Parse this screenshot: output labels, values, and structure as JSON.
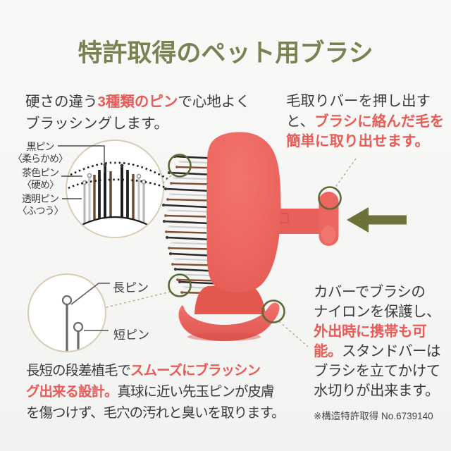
{
  "title": "特許取得のペット用ブラシ",
  "palette": {
    "coral_product": "#ee6a63",
    "highlight_red": "#e85b56",
    "title_olive": "#7a8152",
    "arrow_olive": "#6b7139",
    "ring_green": "#5c6a36",
    "body_text": "#3b3b3b"
  },
  "pins_section": {
    "intro_1": "硬さの違う",
    "intro_highlight": "3種類のピン",
    "intro_2": "で心地よく",
    "intro_line2": "ブラッシングします。",
    "label_black_1": "黒ピン",
    "label_black_2": "〈柔らかめ〉",
    "label_brown_1": "茶色ピン",
    "label_brown_2": "〈硬め〉",
    "label_clear_1": "透明ピン",
    "label_clear_2": "〈ふつう〉"
  },
  "hair_bar_section": {
    "line1": "毛取りバーを押し出す",
    "line2_plain": "と、",
    "line2_highlight": "ブラシに絡んだ毛を",
    "line3_highlight": "簡単に取り出せます。"
  },
  "length_section": {
    "label_long": "長ピン",
    "label_short": "短ピン",
    "desc_1": "長短の段差植毛で",
    "desc_highlight1": "スムーズにブラッシン",
    "desc_highlight2": "グ出来る設計。",
    "desc_2": "真球に近い先玉ピンが皮膚",
    "desc_3": "を傷つけず、毛穴の汚れと臭いを取ります。"
  },
  "cover_section": {
    "line1": "カバーでブラシの",
    "line2": "ナイロンを保護し、",
    "line3_highlight": "外出時に携帯も可",
    "line4_highlight": "能。",
    "line4_plain": "スタンドバーは",
    "line5": "ブラシを立てかけて",
    "line6": "水切りが出来ます。",
    "patent_note": "※構造特許取得 No.6739140"
  }
}
